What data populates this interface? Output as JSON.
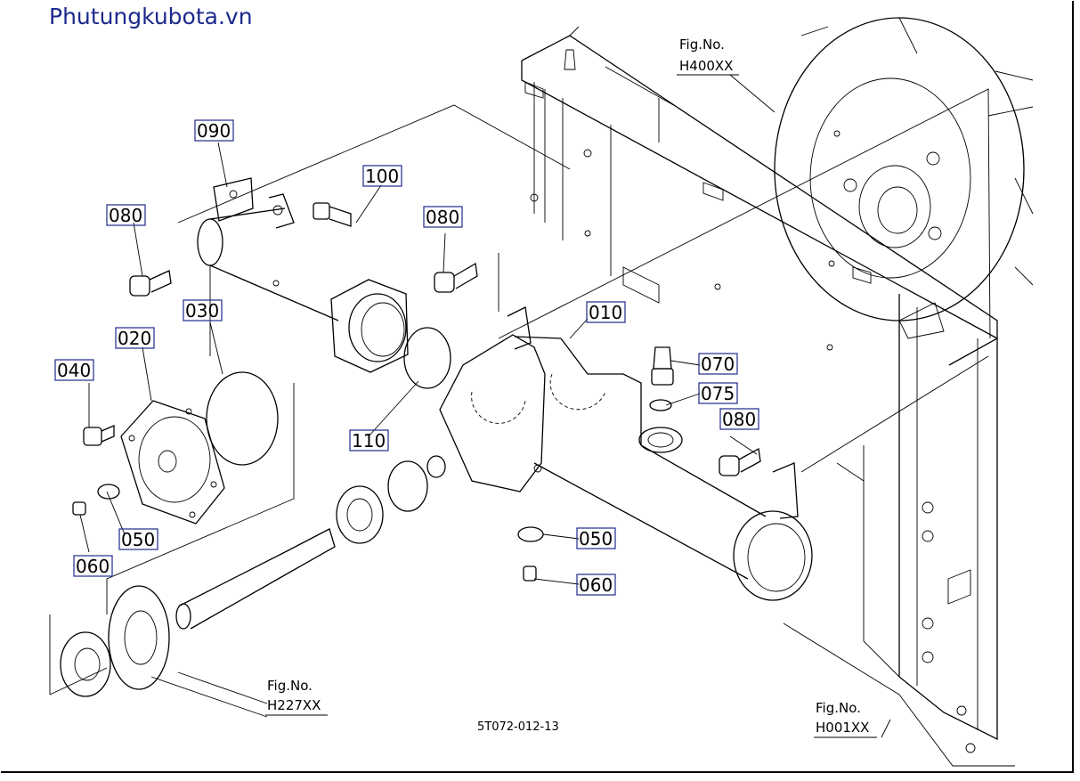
{
  "watermark": "Phutungkubota.vn",
  "drawing_code": "5T072-012-13",
  "callouts": {
    "p010": "010",
    "p020": "020",
    "p030": "030",
    "p040": "040",
    "p050a": "050",
    "p050b": "050",
    "p060a": "060",
    "p060b": "060",
    "p070": "070",
    "p075": "075",
    "p080a": "080",
    "p080b": "080",
    "p080c": "080",
    "p090": "090",
    "p100": "100",
    "p110": "110"
  },
  "figure_refs": {
    "h400": {
      "label": "Fig.No.",
      "code": "H400XX"
    },
    "h227": {
      "label": "Fig.No.",
      "code": "H227XX"
    },
    "h001": {
      "label": "Fig.No.",
      "code": "H001XX"
    }
  }
}
